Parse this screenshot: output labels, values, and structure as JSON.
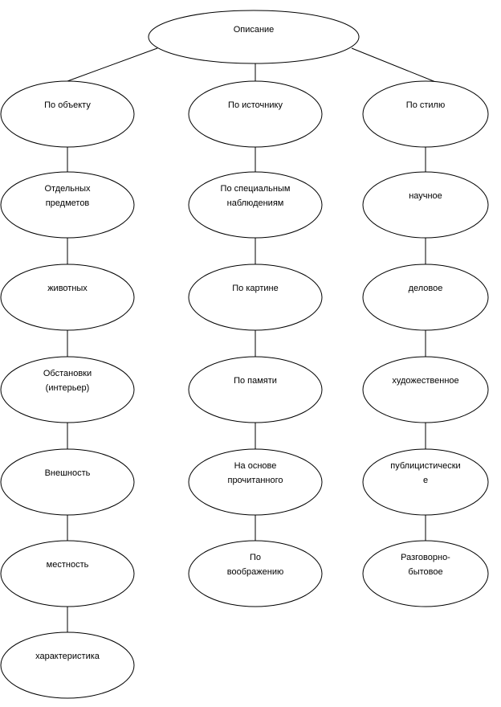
{
  "diagram": {
    "root": {
      "id": "root",
      "lines": [
        "Описание"
      ]
    },
    "columns": [
      {
        "id": "col-object",
        "nodes": [
          {
            "id": "obj-0",
            "lines": [
              "По  объекту"
            ]
          },
          {
            "id": "obj-1",
            "lines": [
              "Отдельных",
              "предметов"
            ]
          },
          {
            "id": "obj-2",
            "lines": [
              "животных"
            ]
          },
          {
            "id": "obj-3",
            "lines": [
              "Обстановки",
              "(интерьер)"
            ]
          },
          {
            "id": "obj-4",
            "lines": [
              "Внешность"
            ]
          },
          {
            "id": "obj-5",
            "lines": [
              "местность"
            ]
          },
          {
            "id": "obj-6",
            "lines": [
              "характеристика"
            ]
          }
        ]
      },
      {
        "id": "col-source",
        "nodes": [
          {
            "id": "src-0",
            "lines": [
              "По источнику"
            ]
          },
          {
            "id": "src-1",
            "lines": [
              "По специальным",
              "наблюдениям"
            ]
          },
          {
            "id": "src-2",
            "lines": [
              "По картине"
            ]
          },
          {
            "id": "src-3",
            "lines": [
              "По памяти"
            ]
          },
          {
            "id": "src-4",
            "lines": [
              "На основе",
              "прочитанного"
            ]
          },
          {
            "id": "src-5",
            "lines": [
              "По",
              "воображению"
            ]
          }
        ]
      },
      {
        "id": "col-style",
        "nodes": [
          {
            "id": "sty-0",
            "lines": [
              "По стилю"
            ]
          },
          {
            "id": "sty-1",
            "lines": [
              "научное"
            ]
          },
          {
            "id": "sty-2",
            "lines": [
              "деловое"
            ]
          },
          {
            "id": "sty-3",
            "lines": [
              "художественное"
            ]
          },
          {
            "id": "sty-4",
            "lines": [
              "публицистически",
              "е"
            ]
          },
          {
            "id": "sty-5",
            "lines": [
              "Разговорно-",
              "бытовое"
            ]
          }
        ]
      }
    ]
  }
}
